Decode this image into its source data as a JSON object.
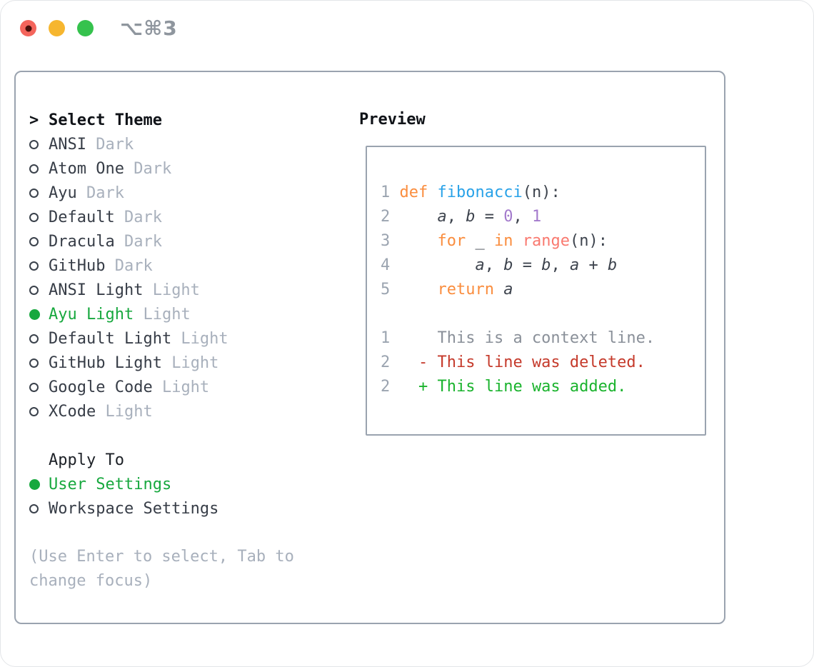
{
  "window": {
    "title": "⌥⌘3"
  },
  "colors": {
    "selected_green": "#17a83e",
    "muted_gray": "#a8b0bc",
    "border_gray": "#9aa3af",
    "keyword_orange": "#fa8d3e",
    "function_blue": "#29a2e8",
    "call_coral": "#f9796f",
    "number_purple": "#a37acc",
    "diff_deleted_red": "#c53a2b",
    "diff_added_green": "#1ab32d",
    "traffic_red": "#f4655c",
    "traffic_yellow": "#f6b62f",
    "traffic_green": "#35c24d"
  },
  "theme_list": {
    "prompt": ">",
    "header": "Select Theme",
    "items": [
      {
        "name": "ANSI",
        "variant": "Dark",
        "selected": false
      },
      {
        "name": "Atom One",
        "variant": "Dark",
        "selected": false
      },
      {
        "name": "Ayu",
        "variant": "Dark",
        "selected": false
      },
      {
        "name": "Default",
        "variant": "Dark",
        "selected": false
      },
      {
        "name": "Dracula",
        "variant": "Dark",
        "selected": false
      },
      {
        "name": "GitHub",
        "variant": "Dark",
        "selected": false
      },
      {
        "name": "ANSI Light",
        "variant": "Light",
        "selected": false
      },
      {
        "name": "Ayu Light",
        "variant": "Light",
        "selected": true
      },
      {
        "name": "Default Light",
        "variant": "Light",
        "selected": false
      },
      {
        "name": "GitHub Light",
        "variant": "Light",
        "selected": false
      },
      {
        "name": "Google Code",
        "variant": "Light",
        "selected": false
      },
      {
        "name": "XCode",
        "variant": "Light",
        "selected": false
      }
    ]
  },
  "apply_to": {
    "header": "Apply To",
    "options": [
      {
        "label": "User Settings",
        "selected": true
      },
      {
        "label": "Workspace Settings",
        "selected": false
      }
    ]
  },
  "hint": "(Use Enter to select, Tab to change focus)",
  "preview": {
    "header": "Preview",
    "lines": [
      {
        "segments": [
          {
            "text": "1 ",
            "color": "lineno"
          },
          {
            "text": "def ",
            "color": "keyword"
          },
          {
            "text": "fibonacci",
            "color": "function"
          },
          {
            "text": "(n):",
            "color": "default"
          }
        ]
      },
      {
        "segments": [
          {
            "text": "2",
            "color": "lineno"
          },
          {
            "text": "     ",
            "color": "default"
          },
          {
            "text": "a",
            "color": "variable"
          },
          {
            "text": ", ",
            "color": "default"
          },
          {
            "text": "b",
            "color": "variable"
          },
          {
            "text": " = ",
            "color": "default"
          },
          {
            "text": "0",
            "color": "number"
          },
          {
            "text": ", ",
            "color": "default"
          },
          {
            "text": "1",
            "color": "number"
          }
        ]
      },
      {
        "segments": [
          {
            "text": "3",
            "color": "lineno"
          },
          {
            "text": "     ",
            "color": "default"
          },
          {
            "text": "for",
            "color": "keyword"
          },
          {
            "text": " _ ",
            "color": "default"
          },
          {
            "text": "in",
            "color": "keyword"
          },
          {
            "text": " ",
            "color": "default"
          },
          {
            "text": "range",
            "color": "call"
          },
          {
            "text": "(n):",
            "color": "default"
          }
        ]
      },
      {
        "segments": [
          {
            "text": "4",
            "color": "lineno"
          },
          {
            "text": "         ",
            "color": "default"
          },
          {
            "text": "a",
            "color": "variable"
          },
          {
            "text": ", ",
            "color": "default"
          },
          {
            "text": "b",
            "color": "variable"
          },
          {
            "text": " = ",
            "color": "default"
          },
          {
            "text": "b",
            "color": "variable"
          },
          {
            "text": ", ",
            "color": "default"
          },
          {
            "text": "a",
            "color": "variable"
          },
          {
            "text": " + ",
            "color": "default"
          },
          {
            "text": "b",
            "color": "variable"
          }
        ]
      },
      {
        "segments": [
          {
            "text": "5",
            "color": "lineno"
          },
          {
            "text": "     ",
            "color": "default"
          },
          {
            "text": "return",
            "color": "keyword"
          },
          {
            "text": " ",
            "color": "default"
          },
          {
            "text": "a",
            "color": "variable"
          }
        ]
      },
      {
        "segments": [
          {
            "text": " ",
            "color": "default"
          }
        ]
      },
      {
        "segments": [
          {
            "text": "1",
            "color": "lineno"
          },
          {
            "text": "     ",
            "color": "default"
          },
          {
            "text": "This is a context line.",
            "color": "context"
          }
        ]
      },
      {
        "segments": [
          {
            "text": "2",
            "color": "lineno"
          },
          {
            "text": "   ",
            "color": "default"
          },
          {
            "text": "- This line was deleted.",
            "color": "deleted"
          }
        ]
      },
      {
        "segments": [
          {
            "text": "2",
            "color": "lineno"
          },
          {
            "text": "   ",
            "color": "default"
          },
          {
            "text": "+ This line was added.",
            "color": "added"
          }
        ]
      }
    ]
  }
}
